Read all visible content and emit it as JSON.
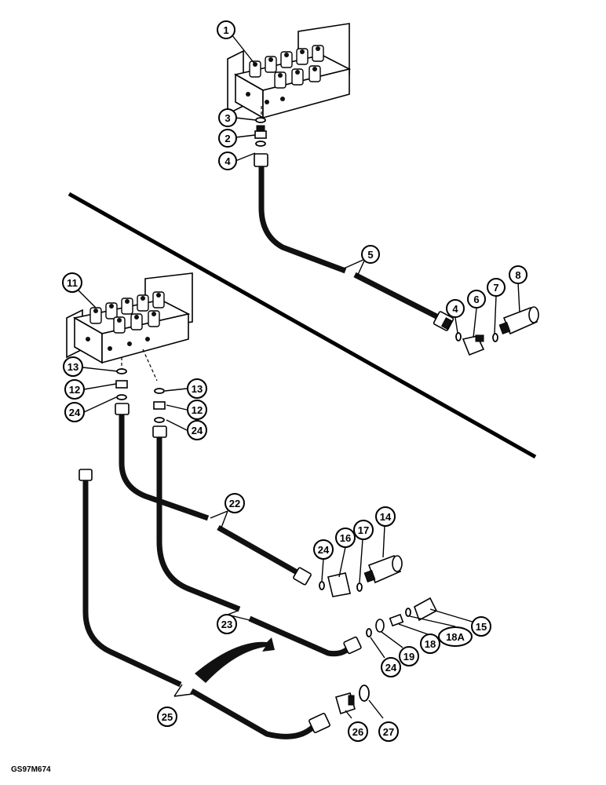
{
  "drawing_code": "GS97M674",
  "callouts": {
    "c1": "1",
    "c3": "3",
    "c2": "2",
    "c4a": "4",
    "c5": "5",
    "c4b": "4",
    "c6": "6",
    "c7": "7",
    "c8": "8",
    "c11": "11",
    "c13a": "13",
    "c12a": "12",
    "c24a": "24",
    "c13b": "13",
    "c12b": "12",
    "c24b": "24",
    "c22": "22",
    "c24c": "24",
    "c16": "16",
    "c17": "17",
    "c14": "14",
    "c23": "23",
    "c24d": "24",
    "c19": "19",
    "c18": "18",
    "c18a": "18A",
    "c15": "15",
    "c25": "25",
    "c26": "26",
    "c27": "27"
  }
}
